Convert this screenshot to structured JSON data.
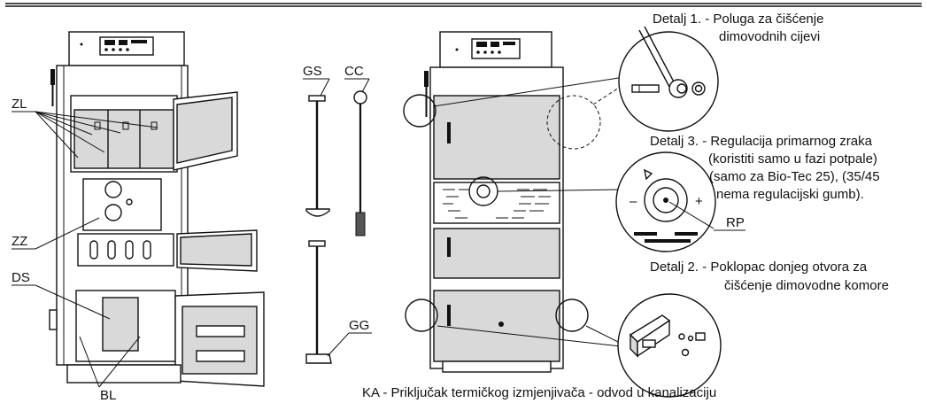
{
  "labels": {
    "zl": "ZL",
    "zz": "ZZ",
    "ds": "DS",
    "bl": "BL",
    "gs": "GS",
    "cc": "CC",
    "gg": "GG",
    "rp": "RP"
  },
  "details": {
    "d1_line1": "Detalj 1. - Poluga za čišćenje",
    "d1_line2": "dimovodnih cijevi",
    "d3_line1": "Detalj 3. - Regulacija primarnog zraka",
    "d3_line2": "(koristiti samo u fazi potpale)",
    "d3_line3": "(samo za Bio-Tec 25), (35/45",
    "d3_line4": "nema regulacijski gumb).",
    "d2_line1": "Detalj 2. - Poklopac donjeg otvora za",
    "d2_line2": "čišćenje dimovodne komore"
  },
  "footer": "KA  - Priključak termičkog izmjenjivača - odvod u kanalizaciju",
  "knob_signs": {
    "minus": "–",
    "plus": "+"
  }
}
